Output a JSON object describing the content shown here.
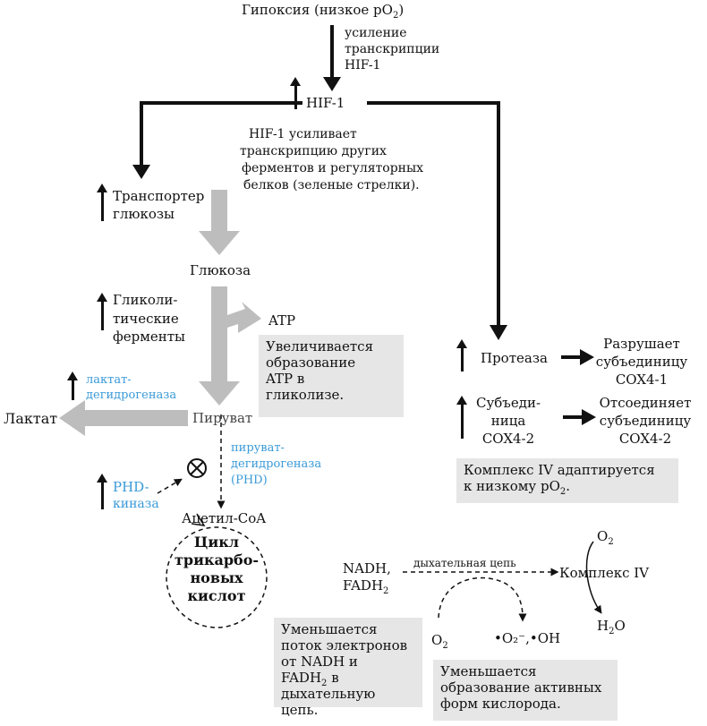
{
  "hypoxia": "Гипоксия (низкое pO",
  "hypoxia_sub": "2",
  "hypoxia_close": ")",
  "transcription": [
    "усиление",
    "транскрипции",
    "HIF-1"
  ],
  "hif1": "HIF-1",
  "hif1_note": [
    "HIF-1 усиливает",
    "транскрипцию других",
    "ферментов и регуляторных",
    "белков (зеленые стрелки)."
  ],
  "glucose_transporter": [
    "Транспортер",
    "глюкозы"
  ],
  "glucose": "Глюкоза",
  "glycolytic_enzymes": [
    "Гликоли-",
    "тические",
    "ферменты"
  ],
  "atp": "ATP",
  "atp_box": [
    "Увеличивается",
    "образование",
    "ATP в",
    "гликолизе."
  ],
  "ldh": [
    "лактат-",
    "дегидрогеназа"
  ],
  "lactate": "Лактат",
  "pyruvate": "Пируват",
  "pdh": [
    "пируват-",
    "дегидрогеназа",
    "(PHD)"
  ],
  "phd_kinase": [
    "PHD-",
    "киназа"
  ],
  "acetyl_coa": "Ацетил-CoA",
  "tca": [
    "Цикл",
    "трикарбо-",
    "новых",
    "кислот"
  ],
  "protease": "Протеаза",
  "degrades": [
    "Разрушает",
    "субъединицу",
    "COX4-1"
  ],
  "subunit": [
    "Субъеди-",
    "ница",
    "COX4-2"
  ],
  "attaches": [
    "Отсоединяет",
    "субъединицу",
    "COX4-2"
  ],
  "complex_box_line1": "Комплекс IV адаптируется",
  "complex_box_line2": "к низкому pO",
  "complex_box_sub": "2",
  "complex_box_end": ".",
  "nadh": "NADH,",
  "fadh": "FADH",
  "fadh_sub": "2",
  "resp_chain": "дыхательная цепь",
  "complex4": "Комплекс IV",
  "o2_top": "O",
  "o2_top_sub": "2",
  "h2o": "H",
  "h2o_sub": "2",
  "h2o_end": "O",
  "o2_bottom": "O",
  "o2_bottom_sub": "2",
  "ros": "•O₂⁻,•OH",
  "electron_box": [
    "Уменьшается",
    "поток электронов",
    "от NADH и",
    "FADH",
    "дыхательную цепь."
  ],
  "electron_box_sub": "2",
  "electron_box_v": " в",
  "ros_box": [
    "Уменьшается",
    "образование активных",
    "форм кислорода."
  ]
}
